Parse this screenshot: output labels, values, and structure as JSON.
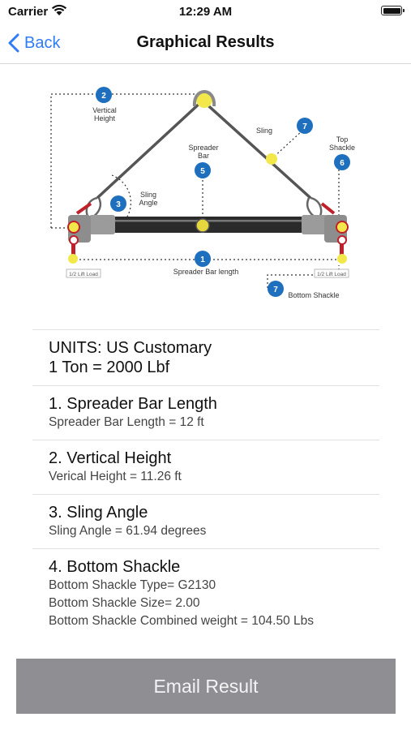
{
  "status_bar": {
    "carrier": "Carrier",
    "time": "12:29 AM"
  },
  "nav": {
    "back_label": "Back",
    "title": "Graphical Results"
  },
  "diagram": {
    "labels": {
      "vertical_height": [
        "Vertical",
        "Height"
      ],
      "sling": "Sling",
      "spreader_bar": [
        "Spreader",
        "Bar"
      ],
      "top_shackle": [
        "Top",
        "Shackle"
      ],
      "sling_angle": [
        "Sling",
        "Angle"
      ],
      "spreader_bar_length": "Spreader Bar length",
      "bottom_shackle": "Bottom Shackle",
      "half_lift_load_left": "1/2 Lift Load",
      "half_lift_load_right": "1/2 Lift Load"
    },
    "markers": {
      "bar_length": "1",
      "height": "2",
      "angle": "3",
      "spreader": "5",
      "top_shackle": "6",
      "sling": "7",
      "bottom_shackle": "7"
    }
  },
  "results": {
    "units": {
      "line1": "UNITS: US Customary",
      "line2": "1 Ton = 2000 Lbf"
    },
    "sections": [
      {
        "heading": "1. Spreader Bar Length",
        "lines": [
          "Spreader Bar Length = 12 ft"
        ]
      },
      {
        "heading": "2. Vertical Height",
        "lines": [
          "Verical Height = 11.26 ft"
        ]
      },
      {
        "heading": "3. Sling Angle",
        "lines": [
          "Sling Angle = 61.94 degrees"
        ]
      },
      {
        "heading": "4. Bottom Shackle",
        "lines": [
          "Bottom Shackle Type= G2130",
          "Bottom Shackle Size= 2.00",
          "Bottom Shackle Combined weight = 104.50 Lbs"
        ]
      }
    ]
  },
  "email_button": {
    "label": "Email Result"
  },
  "colors": {
    "accent": "#2f7cf6",
    "marker_blue": "#1f6fbf",
    "highlight_yellow": "#f3e84b",
    "shackle_red": "#c0202a",
    "button_gray": "#8e8e93"
  }
}
